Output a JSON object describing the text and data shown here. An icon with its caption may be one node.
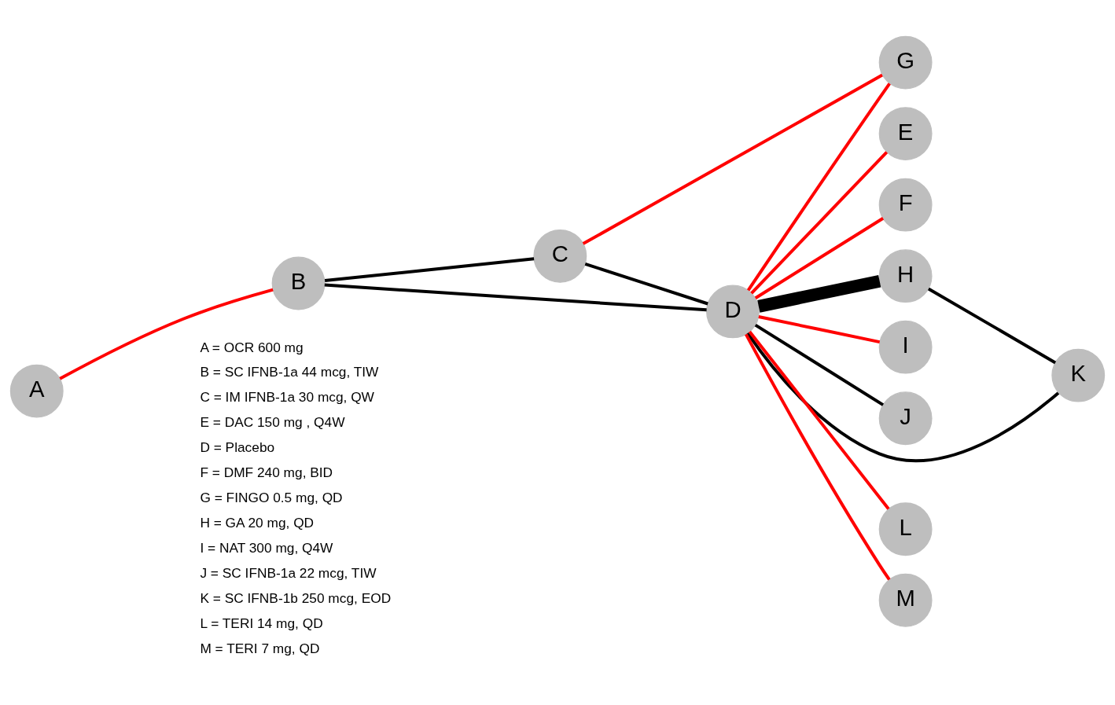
{
  "diagram": {
    "nodes": [
      {
        "text": [
          "A"
        ]
      },
      {
        "text": [
          "B"
        ]
      },
      {
        "text": [
          "C"
        ]
      },
      {
        "text": [
          "D"
        ]
      },
      {
        "text": [
          "E"
        ]
      },
      {
        "text": [
          "F"
        ]
      },
      {
        "text": [
          "G"
        ]
      },
      {
        "text": [
          "H"
        ]
      },
      {
        "text": [
          "I"
        ]
      },
      {
        "text": [
          "J"
        ]
      },
      {
        "text": [
          "K"
        ]
      },
      {
        "text": [
          "L"
        ]
      },
      {
        "text": [
          "M"
        ]
      }
    ],
    "edges": [
      {
        "from": 0,
        "to": 1,
        "arrow": "none"
      },
      {
        "from": 1,
        "to": 2,
        "arrow": "none",
        "color": "#000000"
      },
      {
        "from": 1,
        "to": 3,
        "arrow": "none",
        "color": "#000000"
      },
      {
        "from": 2,
        "to": 3,
        "arrow": "none",
        "color": "#000000"
      },
      {
        "from": 2,
        "to": 6,
        "arrow": "none"
      },
      {
        "from": 3,
        "to": 4,
        "arrow": "none"
      },
      {
        "from": 3,
        "to": 5,
        "arrow": "none"
      },
      {
        "from": 3,
        "to": 6,
        "arrow": "none"
      },
      {
        "from": 3,
        "to": 7,
        "arrow": "none",
        "style": "thick",
        "color": "#000000"
      },
      {
        "from": 3,
        "to": 8,
        "arrow": "none"
      },
      {
        "from": 3,
        "to": 9,
        "arrow": "none",
        "color": "#000000"
      },
      {
        "from": 3,
        "to": 10,
        "arrow": "none",
        "color": "#000000"
      },
      {
        "from": 3,
        "to": 11,
        "arrow": "none"
      },
      {
        "from": 3,
        "to": 12,
        "arrow": "none"
      },
      {
        "from": 7,
        "to": 10,
        "arrow": "none",
        "color": "#000000"
      }
    ],
    "labels": [
      "A = OCR 600 mg",
      "B = SC IFNB-1a 44 mcg, TIW",
      "C = IM IFNB-1a 30 mcg, QW",
      "E = DAC 150 mg , Q4W",
      "D = Placebo",
      "F = DMF 240 mg, BID",
      "G = FINGO 0.5 mg, QD",
      "H = GA 20 mg, QD",
      "I = NAT 300 mg, Q4W",
      "J = SC IFNB-1a 22 mcg, TIW",
      "K = SC IFNB-1b 250 mcg, EOD",
      "L = TERI 14 mg, QD",
      "M = TERI 7 mg, QD"
    ]
  }
}
